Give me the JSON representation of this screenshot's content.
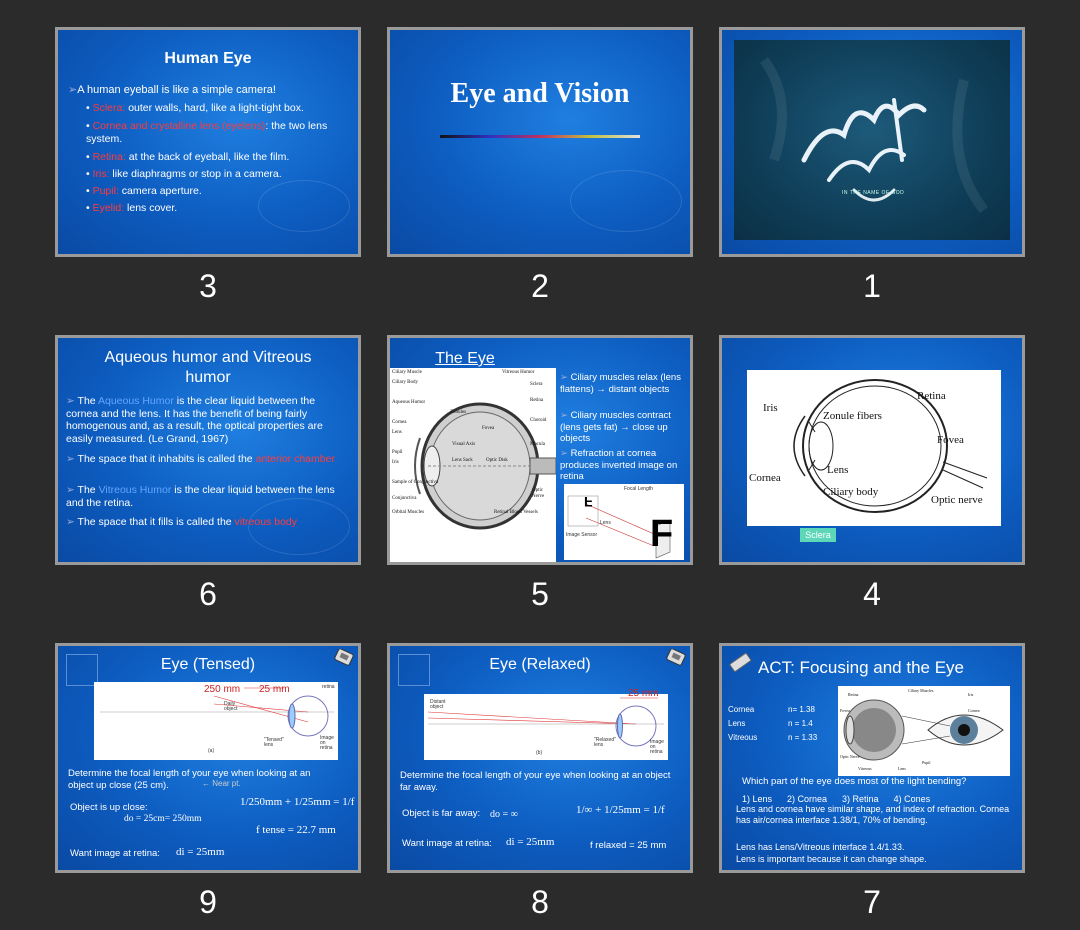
{
  "slides": [
    {
      "number": "3",
      "title": "Human Eye",
      "lead": "A human eyeball is like a simple camera!",
      "bullets": [
        {
          "term": "Sclera:",
          "text": " outer walls, hard, like a light-tight box."
        },
        {
          "term": "Cornea and crystalline lens (eyelens)",
          "text": ": the two lens system."
        },
        {
          "term": "Retina:",
          "text": " at the back of eyeball, like the film."
        },
        {
          "term": "Iris:",
          "text": " like diaphragms or stop in a camera."
        },
        {
          "term": "Pupil:",
          "text": " camera aperture."
        },
        {
          "term": "Eyelid:",
          "text": " lens cover."
        }
      ]
    },
    {
      "number": "2",
      "title": "Eye and Vision"
    },
    {
      "number": "1",
      "caption": "IN THE NAME OF GOD"
    },
    {
      "number": "6",
      "title": "Aqueous humor and Vitreous humor",
      "p1_a": "The ",
      "p1_term": "Aqueous Humor",
      "p1_b": " is the clear liquid between the cornea and the lens. It has the benefit of being fairly homogenous and, as a result, the optical properties are easily measured. (Le Grand, 1967)",
      "p2_a": "The space that it inhabits is called the ",
      "p2_term": "anterior chamber",
      "p3_a": "The ",
      "p3_term": "Vitreous Humor",
      "p3_b": " is the clear liquid between the lens and the retina.",
      "p4_a": "The space that it fills is called the ",
      "p4_term": "vitreous body"
    },
    {
      "number": "5",
      "title": "The Eye",
      "b1": "Ciliary muscles relax (lens flattens) → distant objects",
      "b2": "Ciliary muscles contract (lens gets fat) → close up objects",
      "b3": "Refraction at cornea produces inverted image on retina",
      "diagram_labels": [
        "Ciliary Muscle",
        "Ciliary Body",
        "Aqueous Humor",
        "Cornea",
        "Lens",
        "Pupil",
        "Iris",
        "Sample of Conjunctiva",
        "Conjunctiva",
        "Orbital Muscles",
        "Vitreous Humor",
        "Sclera",
        "Retina",
        "Choroid",
        "Zonules",
        "Fovea",
        "Visual Axis",
        "Macula",
        "Lens Sack",
        "Optic Disk",
        "Optic Nerve",
        "Retinal Blood Vessels"
      ],
      "focal": "Focal Length",
      "lens": "Lens",
      "sensor": "Image Sensor",
      "letter_small": "F",
      "letter_big": "F"
    },
    {
      "number": "4",
      "labels": {
        "retina": "Retina",
        "iris": "Iris",
        "zonule": "Zonule fibers",
        "fovea": "Fovea",
        "lens": "Lens",
        "cornea": "Cornea",
        "ciliary": "Ciliary body",
        "optic": "Optic nerve",
        "sclera": "Sclera"
      }
    },
    {
      "number": "9",
      "title": "Eye (Tensed)",
      "d1": "250 mm",
      "d2": "25 mm",
      "lbl_daily": "Daily object",
      "lbl_tensed": "\"Tensed\" lens",
      "lbl_image": "Image on retina",
      "lbl_retina": "retina",
      "lbl_a": "(a)",
      "q": "Determine the focal length of your eye when looking at an object up close (25 cm).",
      "near": "← Near pt.",
      "o1": "Object is up close:",
      "o2": "do = 25cm= 250mm",
      "eq": "1/250mm + 1/25mm = 1/f",
      "f": "f tense = 22.7 mm",
      "w1": "Want image at retina:",
      "w2": "di = 25mm"
    },
    {
      "number": "8",
      "title": "Eye (Relaxed)",
      "d1": "25 mm",
      "lbl_distant": "Distant object",
      "lbl_relaxed": "\"Relaxed\" lens",
      "lbl_image": "Image on retina",
      "lbl_b": "(b)",
      "q": "Determine the focal length of your eye when looking at an object far away.",
      "o1": "Object is far away:",
      "o2": "do = ∞",
      "eq": "1/∞ + 1/25mm = 1/f",
      "f": "f relaxed = 25 mm",
      "w1": "Want image at retina:",
      "w2": "di = 25mm"
    },
    {
      "number": "7",
      "title": "ACT: Focusing and the Eye",
      "rows": [
        {
          "name": "Cornea",
          "n": "n= 1.38"
        },
        {
          "name": "Lens",
          "n": "n = 1.4"
        },
        {
          "name": "Vitreous",
          "n": "n = 1.33"
        }
      ],
      "q": "Which part of the eye does most of the light bending?",
      "opts": "1) Lens      2) Cornea      3) Retina      4) Cones",
      "a1": "Lens and cornea have similar shape, and index of refraction. Cornea has air/cornea interface 1.38/1, 70% of bending.",
      "a2": "Lens has Lens/Vitreous interface 1.4/1.33.",
      "a3": "Lens is important because it can change shape.",
      "img_labels": [
        "Ciliary Muscles",
        "Retina",
        "Iris",
        "Fovea",
        "Cornea",
        "Optic Nerve",
        "Vitreous",
        "Lens",
        "Pupil"
      ]
    }
  ],
  "colors": {
    "background": "#2b2b2b",
    "slide_blue": "#0d5cc0",
    "border": "#9a9a9a",
    "term_red": "#ff3b3b",
    "term_blue": "#62a6ff"
  }
}
